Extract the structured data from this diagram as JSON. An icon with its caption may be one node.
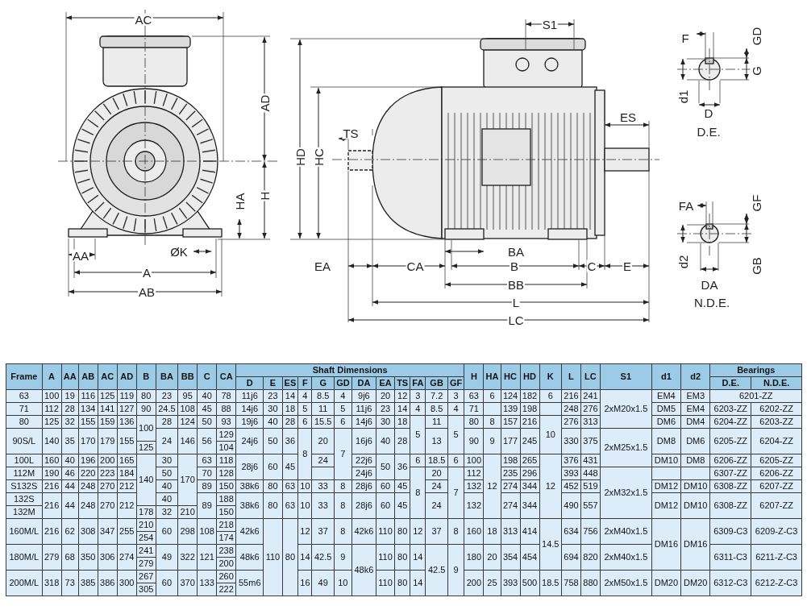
{
  "diagram": {
    "labels": [
      "AC",
      "S1",
      "F",
      "GD",
      "AD",
      "G",
      "d1",
      "D",
      "ES",
      "TS",
      "D.E.",
      "HD",
      "HC",
      "H",
      "HA",
      "FA",
      "GF",
      "ØK",
      "BA",
      "AA",
      "d2",
      "GB",
      "EA",
      "CA",
      "B",
      "C",
      "E",
      "A",
      "BB",
      "DA",
      "AB",
      "L",
      "N.D.E.",
      "LC",
      "Frame",
      "A",
      "AA",
      "AB",
      "AC",
      "AD",
      "B",
      "BA",
      "BB",
      "C",
      "CA",
      "Shaft Dimensions",
      "H",
      "HA",
      "HC",
      "HD",
      "K",
      "L",
      "LC",
      "S1",
      "d1",
      "d2",
      "Bearings",
      "D",
      "E",
      "ES",
      "F",
      "G",
      "GD",
      "DA",
      "EA",
      "TS",
      "FA",
      "GB",
      "GF",
      "D.E.",
      "N.D.E.",
      "63",
      "100",
      "19",
      "116",
      "125",
      "119",
      "80",
      "23",
      "95",
      "40",
      "78",
      "11j6",
      "23",
      "14",
      "4",
      "8.5",
      "4",
      "9j6",
      "20",
      "12",
      "3",
      "7.2",
      "3",
      "63",
      "6",
      "124",
      "182",
      "6",
      "216",
      "241",
      "2xM20x1.5",
      "EM4",
      "EM3",
      "6201-ZZ",
      "71",
      "112",
      "28",
      "134",
      "141",
      "127",
      "90",
      "24.5",
      "108",
      "45",
      "88",
      "14j6",
      "30",
      "18",
      "5",
      "11",
      "5",
      "11j6",
      "23",
      "14",
      "4",
      "8.5",
      "4",
      "71",
      "139",
      "198",
      "248",
      "276",
      "DM5",
      "EM4",
      "6203-ZZ",
      "6202-ZZ",
      "80",
      "125",
      "32",
      "155",
      "159",
      "136",
      "100",
      "28",
      "124",
      "50",
      "93",
      "19j6",
      "40",
      "28",
      "6",
      "15.5",
      "6",
      "14j6",
      "30",
      "18",
      "5",
      "11",
      "5",
      "80",
      "8",
      "157",
      "216",
      "10",
      "276",
      "313",
      "DM6",
      "DM4",
      "6204-ZZ",
      "6203-ZZ",
      "90S/L",
      "140",
      "35",
      "170",
      "179",
      "155",
      "24",
      "146",
      "56",
      "129",
      "24j6",
      "50",
      "36",
      "8",
      "20",
      "7",
      "16j6",
      "40",
      "28",
      "13",
      "90",
      "9",
      "177",
      "245",
      "330",
      "375",
      "2xM25x1.5",
      "DM8",
      "DM6",
      "6205-ZZ",
      "6204-ZZ",
      "125",
      "104",
      "100L",
      "160",
      "40",
      "196",
      "200",
      "165",
      "140",
      "30",
      "170",
      "63",
      "118",
      "28j6",
      "60",
      "45",
      "24",
      "22j6",
      "50",
      "36",
      "6",
      "18.5",
      "6",
      "100",
      "12",
      "198",
      "265",
      "12",
      "376",
      "431",
      "DM10",
      "DM8",
      "6206-ZZ",
      "6205-ZZ",
      "112M",
      "190",
      "46",
      "220",
      "223",
      "184",
      "50",
      "70",
      "128",
      "24j6",
      "8",
      "20",
      "7",
      "112",
      "235",
      "296",
      "393",
      "448",
      "2xM32x1.5",
      "6307-ZZ",
      "6206-ZZ",
      "S132S",
      "216",
      "44",
      "248",
      "270",
      "212",
      "40",
      "89",
      "150",
      "38k6",
      "80",
      "63",
      "10",
      "33",
      "8",
      "28j6",
      "60",
      "45",
      "24",
      "132",
      "274",
      "344",
      "452",
      "519",
      "DM12",
      "DM10",
      "6308-ZZ",
      "6207-ZZ",
      "132S",
      "216",
      "44",
      "248",
      "270",
      "212",
      "40",
      "89",
      "188",
      "38k6",
      "80",
      "63",
      "10",
      "33",
      "8",
      "28j6",
      "60",
      "45",
      "24",
      "132",
      "274",
      "344",
      "490",
      "557",
      "DM12",
      "DM10",
      "6308-ZZ",
      "6207-ZZ",
      "132M",
      "178",
      "32",
      "210",
      "150",
      "160M/L",
      "216",
      "62",
      "308",
      "347",
      "255",
      "210",
      "60",
      "298",
      "108",
      "218",
      "42k6",
      "110",
      "80",
      "12",
      "37",
      "8",
      "42k6",
      "110",
      "80",
      "12",
      "37",
      "8",
      "160",
      "18",
      "313",
      "414",
      "14.5",
      "634",
      "756",
      "2xM40x1.5",
      "DM16",
      "DM16",
      "6309-C3",
      "6209-Z-C3",
      "254",
      "174",
      "180M/L",
      "279",
      "68",
      "350",
      "306",
      "274",
      "241",
      "49",
      "322",
      "121",
      "238",
      "48k6",
      "14",
      "42.5",
      "9",
      "48k6",
      "110",
      "80",
      "14",
      "42.5",
      "9",
      "180",
      "20",
      "354",
      "454",
      "694",
      "820",
      "2xM40x1.5",
      "6311-C3",
      "6211-Z-C3",
      "279",
      "200",
      "200M/L",
      "318",
      "73",
      "385",
      "386",
      "300",
      "267",
      "60",
      "370",
      "133",
      "260",
      "55m6",
      "16",
      "49",
      "10",
      "110",
      "80",
      "14",
      "200",
      "25",
      "393",
      "500",
      "18.5",
      "758",
      "880",
      "2xM50x1.5",
      "DM20",
      "DM20",
      "6312-C3",
      "6212-Z-C3",
      "305",
      "222"
    ]
  }
}
